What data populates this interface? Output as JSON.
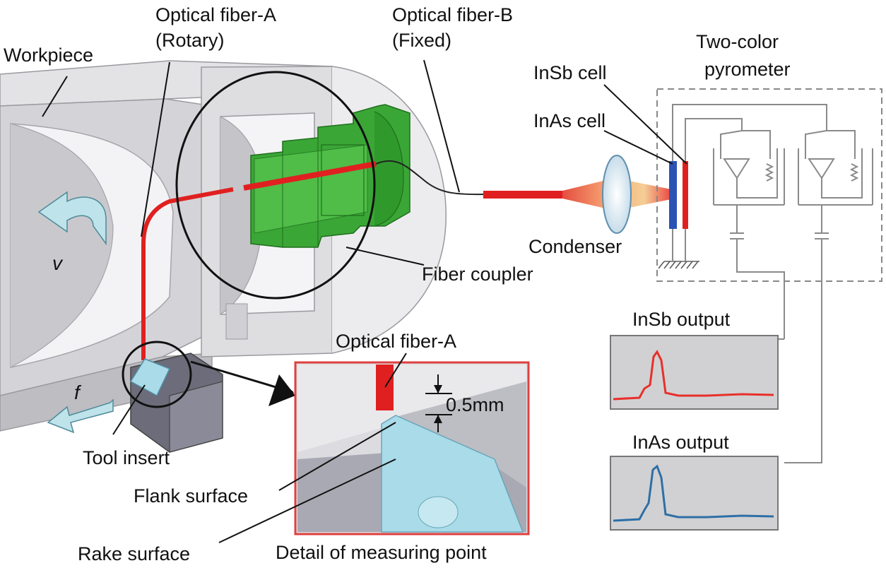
{
  "labels": {
    "workpiece": "Workpiece",
    "fiber_a_line1": "Optical fiber-A",
    "fiber_a_line2": "(Rotary)",
    "fiber_b_line1": "Optical fiber-B",
    "fiber_b_line2": "(Fixed)",
    "pyrometer_line1": "Two-color",
    "pyrometer_line2": "pyrometer",
    "insb_cell": "InSb cell",
    "inas_cell": "InAs cell",
    "condenser": "Condenser",
    "fiber_coupler": "Fiber coupler",
    "v_symbol": "v",
    "f_symbol": "f",
    "tool_insert": "Tool insert",
    "flank_surface": "Flank surface",
    "rake_surface": "Rake surface",
    "detail_caption": "Detail of measuring point",
    "detail_fiber_a": "Optical fiber-A",
    "gap_dimension": "0.5mm",
    "insb_output": "InSb output",
    "inas_output": "InAs output"
  },
  "colors": {
    "fiber": "#e02020",
    "coupler": "#35a82e",
    "insert": "#a9dbe8",
    "insb_signal": "#e8302a",
    "inas_signal": "#2e6fa6",
    "detail_border": "#e04040",
    "workpiece": "#d6d6d9"
  }
}
